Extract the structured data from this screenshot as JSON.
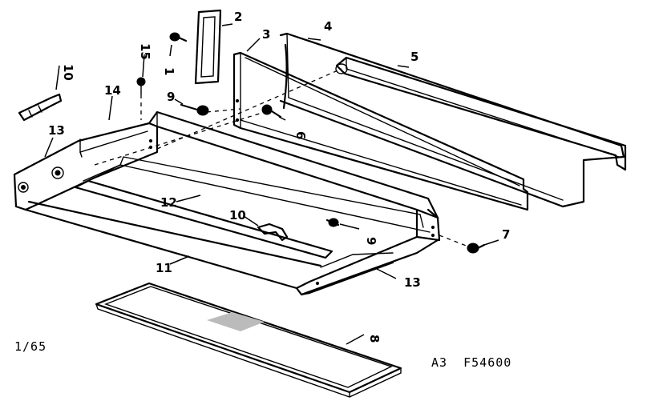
{
  "callouts": {
    "n1": "1",
    "n2": "2",
    "n3": "3",
    "n4": "4",
    "n5": "5",
    "n6": "6",
    "n7": "7",
    "n8": "8",
    "n9a": "9",
    "n9b": "9",
    "n10a": "10",
    "n10b": "10",
    "n11": "11",
    "n12": "12",
    "n13a": "13",
    "n13b": "13",
    "n14": "14",
    "n15": "15"
  },
  "captions": {
    "scale": "1/65",
    "code": "A3  F54600"
  },
  "colors": {
    "line": "#000000",
    "background": "#ffffff"
  }
}
